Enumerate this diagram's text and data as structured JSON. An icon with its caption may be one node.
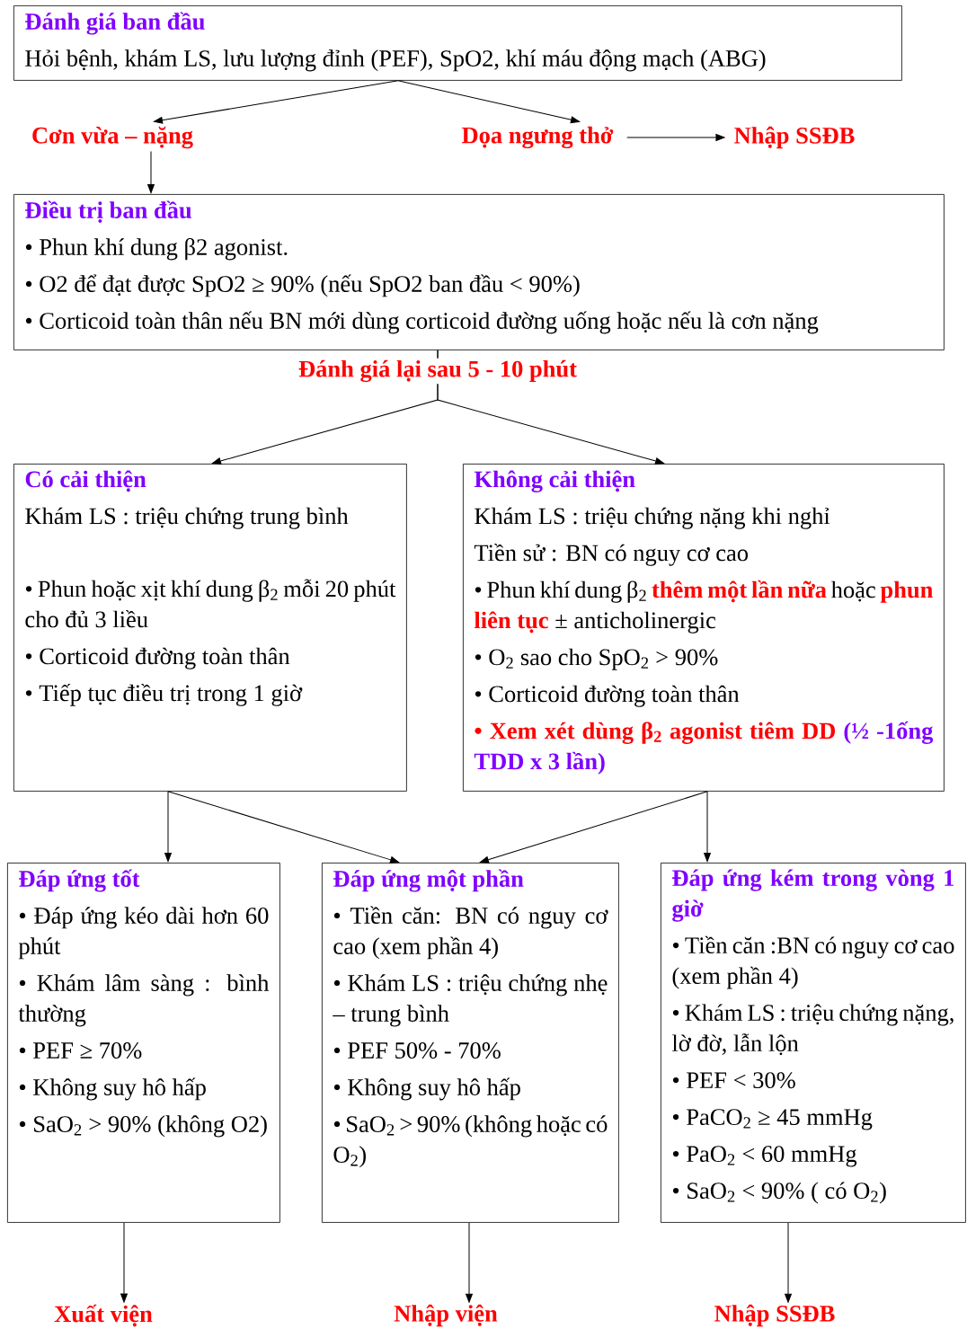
{
  "diagram": {
    "nodes": [
      {
        "text": [
          "Đánh giá ban đầu",
          "Hỏi bệnh, khám LS, lưu lượng đỉnh (PEF), SpO2, khí máu động mạch (ABG)"
        ]
      },
      {
        "text": [
          "Cơn vừa – nặng"
        ]
      },
      {
        "text": [
          "Dọa ngưng thở"
        ]
      },
      {
        "text": [
          "Nhập SSĐB"
        ]
      },
      {
        "text": [
          "Điều trị ban đầu",
          "• Phun khí dung β2 agonist.",
          "• O2 để đạt được SpO2 ≥ 90% (nếu SpO2 ban đầu < 90%)",
          "• Corticoid toàn thân nếu BN mới dùng corticoid đường uống hoặc nếu là cơn nặng"
        ]
      },
      {
        "text": [
          "Có cải thiện",
          "Khám LS : triệu chứng trung bình",
          "• Phun hoặc xịt khí dung β$_{2}$ mỗi 20 phút cho đủ 3 liều",
          "• Corticoid đường toàn thân",
          "• Tiếp tục điều trị trong 1 giờ"
        ]
      },
      {
        "text": [
          "Không cải thiện",
          "Khám LS : triệu chứng nặng khi nghỉ",
          "Tiền sử : BN có nguy cơ cao",
          "• Phun khí dung β$_{2}$ **thêm một lần nữa** hoặc **phun liên tục** ± anticholinergic",
          "• O$_{2}$ sao cho SpO$_{2}$ > 90%",
          "• Corticoid đường toàn thân",
          "• Xem xét dùng β$_{2}$ agonist tiêm DD",
          "(½ -1ống TDD x 3 lần)"
        ]
      },
      {
        "text": [
          "Đáp ứng tốt",
          "• Đáp ứng kéo dài hơn 60 phút",
          "• Khám lâm sàng : bình thường",
          "• PEF ≥ 70%",
          "• Không suy hô hấp",
          "• SaO$_{2}$ > 90% (không O2)"
        ]
      },
      {
        "text": [
          "Đáp ứng một phần",
          "• Tiền căn: BN có nguy cơ cao (xem phần 4)",
          "• Khám LS : triệu chứng nhẹ – trung bình",
          "• PEF 50% - 70%",
          "• Không suy hô hấp",
          "• SaO$_{2}$ > 90% (không hoặc có O$_{2}$)"
        ]
      },
      {
        "text": [
          "Đáp ứng kém trong vòng 1 giờ",
          "• Tiền căn :BN có nguy cơ cao (xem phần 4)",
          "• Khám LS : triệu chứng nặng, lờ đờ, lẫn lộn",
          "• PEF < 30%",
          "• PaCO$_{2}$ ≥ 45 mmHg",
          "• PaO$_{2}$ < 60 mmHg",
          "• SaO$_{2}$ < 90% ( có O$_{2}$)"
        ]
      },
      {
        "text": [
          "Xuất viện"
        ]
      },
      {
        "text": [
          "Nhập viện"
        ]
      },
      {
        "text": [
          "Nhập SSĐB"
        ]
      }
    ],
    "edges": [
      {
        "from": 0,
        "to": 1,
        "arrow": "to"
      },
      {
        "from": 0,
        "to": 2,
        "arrow": "to"
      },
      {
        "from": 2,
        "to": 3,
        "arrow": "to"
      },
      {
        "from": 1,
        "to": 4,
        "arrow": "to"
      },
      {
        "from": 4,
        "to": 5,
        "arrow": "to",
        "label": "Đánh giá lại sau 5 - 10 phút"
      },
      {
        "from": 4,
        "to": 6,
        "arrow": "to"
      },
      {
        "from": 5,
        "to": 7,
        "arrow": "to"
      },
      {
        "from": 5,
        "to": 8,
        "arrow": "to"
      },
      {
        "from": 6,
        "to": 8,
        "arrow": "to"
      },
      {
        "from": 6,
        "to": 9,
        "arrow": "to"
      },
      {
        "from": 7,
        "to": 10,
        "arrow": "to"
      },
      {
        "from": 8,
        "to": 11,
        "arrow": "to"
      },
      {
        "from": 9,
        "to": 12,
        "arrow": "to"
      }
    ]
  }
}
